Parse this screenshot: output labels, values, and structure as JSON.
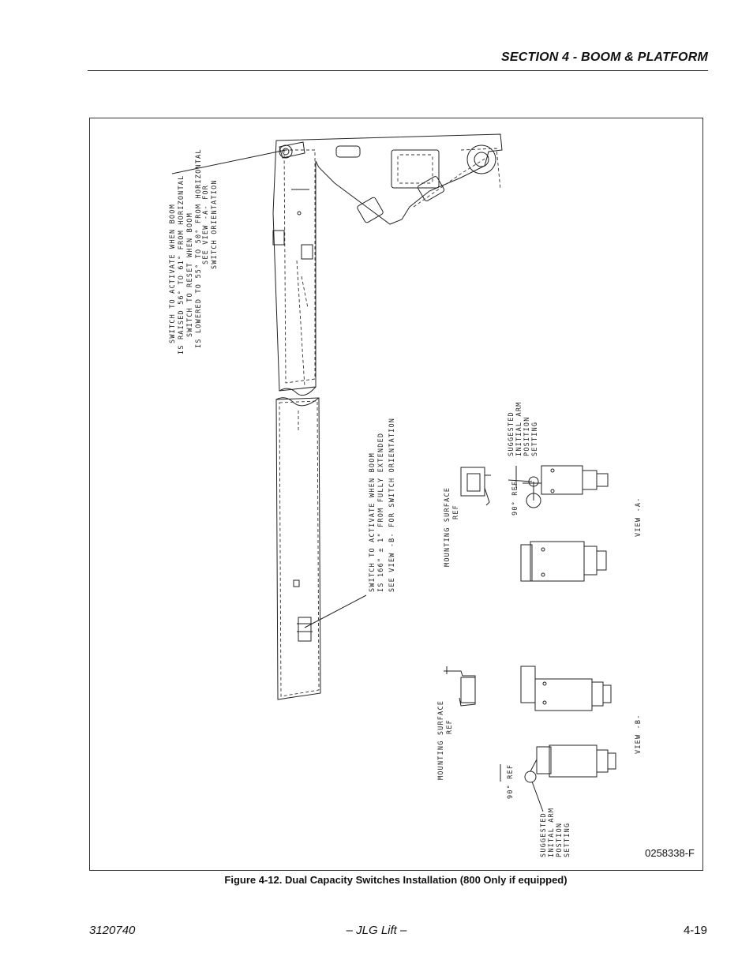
{
  "header": {
    "section_title": "SECTION 4 - BOOM & PLATFORM"
  },
  "figure": {
    "drawing_number": "0258338-F",
    "caption": "Figure 4-12.  Dual Capacity Switches Installation (800 Only if equipped)",
    "notes": {
      "upper_switch": [
        "SWITCH TO ACTIVATE WHEN BOOM",
        "IS RAISED 56° TO 61° FROM HORIZONTAL",
        "SWITCH TO RESET WHEN BOOM",
        "IS LOWERED TO 55° TO 50° FROM HORIZONTAL"
      ],
      "upper_switch_ref": [
        "SEE VIEW -A- FOR",
        "SWITCH ORIENTATION"
      ],
      "lower_switch": [
        "SWITCH TO ACTIVATE WHEN BOOM",
        "IS 166\" ± 1\" FROM FULLY EXTENDED",
        "SEE VIEW -B- FOR SWITCH ORIENTATION"
      ],
      "view_a_label": "VIEW -A-",
      "view_b_label": "VIEW -B-",
      "mounting_surface_a": [
        "MOUNTING SURFACE",
        "REF"
      ],
      "mounting_surface_b": [
        "MOUNTING SURFACE",
        "REF"
      ],
      "ref_90_a": "90° REF",
      "ref_90_b": "90° REF",
      "suggested_a": [
        "SUGGESTED",
        "INITIAL ARM",
        "POSITION",
        "SETTING"
      ],
      "suggested_b": [
        "SUGGESTED",
        "INITAL ARM",
        "POSTION",
        "SETTING"
      ]
    }
  },
  "footer": {
    "doc_number": "3120740",
    "center": "– JLG Lift –",
    "page_number": "4-19"
  }
}
